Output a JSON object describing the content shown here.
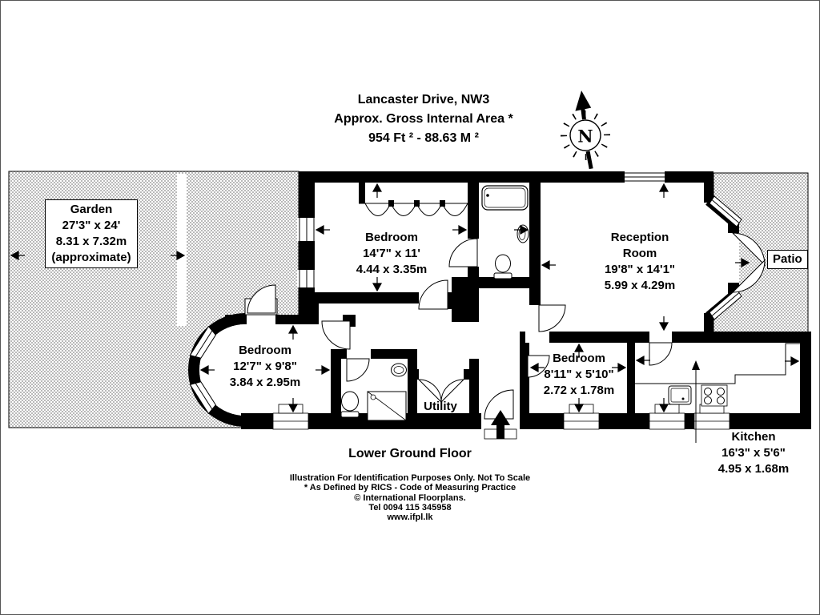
{
  "title": {
    "line1": "Lancaster Drive, NW3",
    "line2": "Approx. Gross Internal Area *",
    "line3": "954 Ft ² -  88.63 M ²"
  },
  "compass": {
    "letter": "N"
  },
  "garden": {
    "name": "Garden",
    "size_ft": "27'3\" x 24'",
    "size_m": "8.31 x 7.32m",
    "note": "(approximate)"
  },
  "patio": {
    "name": "Patio"
  },
  "rooms": {
    "bedroom1": {
      "name": "Bedroom",
      "size_ft": "14'7\" x 11'",
      "size_m": "4.44 x 3.35m"
    },
    "reception": {
      "name": "Reception",
      "name2": "Room",
      "size_ft": "19'8\" x 14'1\"",
      "size_m": "5.99 x 4.29m"
    },
    "bedroom2": {
      "name": "Bedroom",
      "size_ft": "12'7\" x 9'8\"",
      "size_m": "3.84 x 2.95m"
    },
    "bedroom3": {
      "name": "Bedroom",
      "size_ft": "8'11\" x 5'10\"",
      "size_m": "2.72 x 1.78m"
    },
    "kitchen": {
      "name": "Kitchen",
      "size_ft": "16'3\" x 5'6\"",
      "size_m": "4.95 x 1.68m"
    },
    "utility": {
      "name": "Utility"
    }
  },
  "floor_label": "Lower Ground Floor",
  "footer": {
    "line1": "Illustration For Identification Purposes Only. Not To Scale",
    "line2": "* As Defined by RICS - Code of Measuring Practice",
    "line3": "© International Floorplans.",
    "line4": "Tel 0094 115 345958",
    "line5": "www.ifpl.lk"
  }
}
